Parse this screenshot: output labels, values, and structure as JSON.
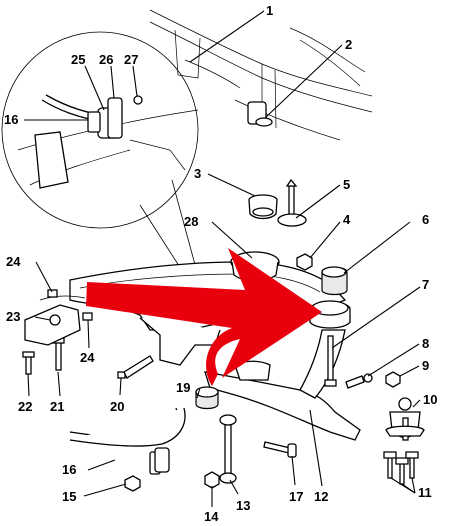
{
  "diagram": {
    "callouts": [
      "1",
      "2",
      "3",
      "4",
      "5",
      "6",
      "7",
      "8",
      "9",
      "10",
      "11",
      "12",
      "13",
      "14",
      "15",
      "16",
      "17",
      "19",
      "20",
      "21",
      "22",
      "23",
      "24",
      "25",
      "26",
      "27",
      "28"
    ],
    "colors": {
      "arrow": "#e8000d",
      "ink": "#000000"
    }
  }
}
